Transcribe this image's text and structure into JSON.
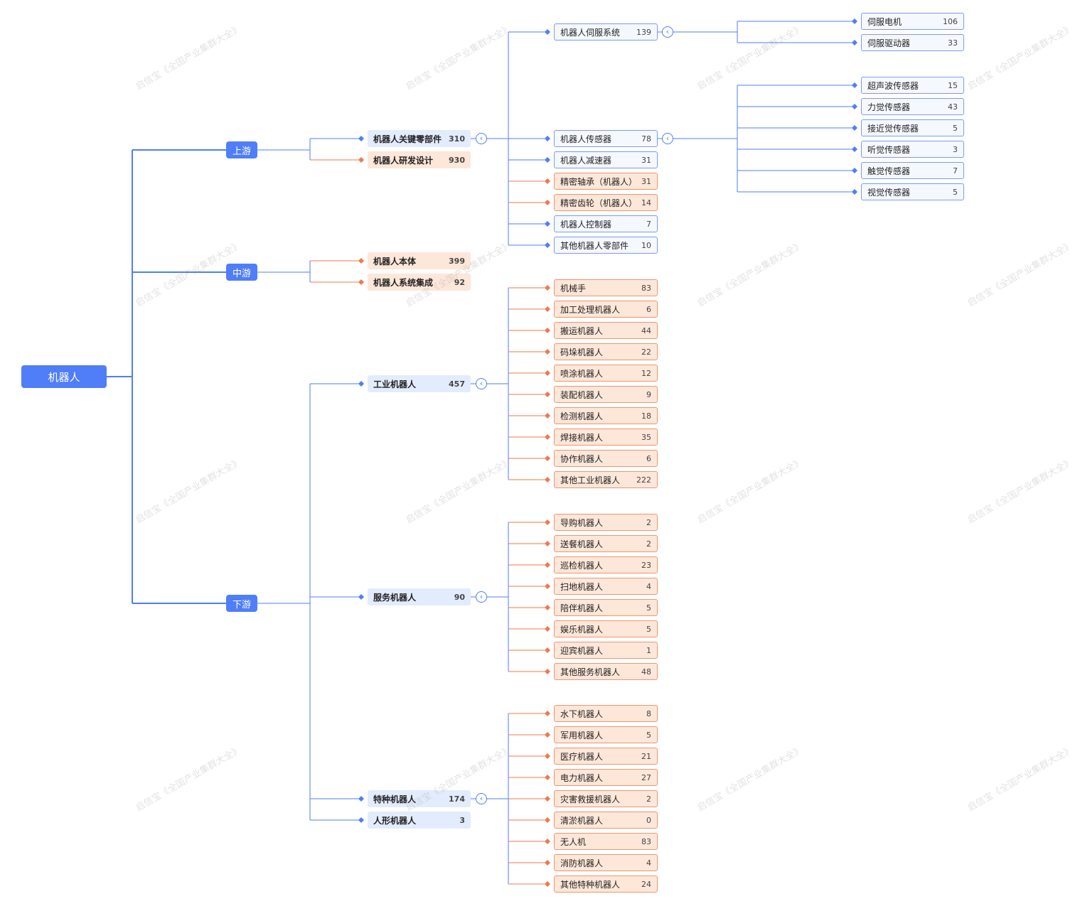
{
  "root": "机器人",
  "watermark": "启信宝《全国产业集群大全》",
  "colors": {
    "blue": "#4f7ef8",
    "orange": "#ee7a4f"
  },
  "tiers": [
    {
      "label": "上游",
      "children": [
        {
          "label": "机器人关键零部件",
          "count": "310",
          "color": "blue",
          "expanded": true,
          "children": [
            {
              "label": "机器人伺服系统",
              "count": "139",
              "color": "blue",
              "expanded": true,
              "children": [
                {
                  "label": "伺服电机",
                  "count": "106",
                  "color": "blue"
                },
                {
                  "label": "伺服驱动器",
                  "count": "33",
                  "color": "blue"
                }
              ]
            },
            {
              "label": "机器人传感器",
              "count": "78",
              "color": "blue",
              "expanded": true,
              "children": [
                {
                  "label": "超声波传感器",
                  "count": "15",
                  "color": "blue"
                },
                {
                  "label": "力觉传感器",
                  "count": "43",
                  "color": "blue"
                },
                {
                  "label": "接近觉传感器",
                  "count": "5",
                  "color": "blue"
                },
                {
                  "label": "听觉传感器",
                  "count": "3",
                  "color": "blue"
                },
                {
                  "label": "触觉传感器",
                  "count": "7",
                  "color": "blue"
                },
                {
                  "label": "视觉传感器",
                  "count": "5",
                  "color": "blue"
                }
              ]
            },
            {
              "label": "机器人减速器",
              "count": "31",
              "color": "blue"
            },
            {
              "label": "精密轴承（机器人）",
              "count": "31",
              "color": "orange"
            },
            {
              "label": "精密齿轮（机器人）",
              "count": "14",
              "color": "orange"
            },
            {
              "label": "机器人控制器",
              "count": "7",
              "color": "blue"
            },
            {
              "label": "其他机器人零部件",
              "count": "10",
              "color": "blue"
            }
          ]
        },
        {
          "label": "机器人研发设计",
          "count": "930",
          "color": "orange"
        }
      ]
    },
    {
      "label": "中游",
      "children": [
        {
          "label": "机器人本体",
          "count": "399",
          "color": "orange"
        },
        {
          "label": "机器人系统集成",
          "count": "92",
          "color": "orange"
        }
      ]
    },
    {
      "label": "下游",
      "children": [
        {
          "label": "工业机器人",
          "count": "457",
          "color": "blue",
          "expanded": true,
          "children": [
            {
              "label": "机械手",
              "count": "83",
              "color": "orange"
            },
            {
              "label": "加工处理机器人",
              "count": "6",
              "color": "orange"
            },
            {
              "label": "搬运机器人",
              "count": "44",
              "color": "orange"
            },
            {
              "label": "码垛机器人",
              "count": "22",
              "color": "orange"
            },
            {
              "label": "喷涂机器人",
              "count": "12",
              "color": "orange"
            },
            {
              "label": "装配机器人",
              "count": "9",
              "color": "orange"
            },
            {
              "label": "检测机器人",
              "count": "18",
              "color": "orange"
            },
            {
              "label": "焊接机器人",
              "count": "35",
              "color": "orange"
            },
            {
              "label": "协作机器人",
              "count": "6",
              "color": "orange"
            },
            {
              "label": "其他工业机器人",
              "count": "222",
              "color": "orange"
            }
          ]
        },
        {
          "label": "服务机器人",
          "count": "90",
          "color": "blue",
          "expanded": true,
          "children": [
            {
              "label": "导购机器人",
              "count": "2",
              "color": "orange"
            },
            {
              "label": "送餐机器人",
              "count": "2",
              "color": "orange"
            },
            {
              "label": "巡检机器人",
              "count": "23",
              "color": "orange"
            },
            {
              "label": "扫地机器人",
              "count": "4",
              "color": "orange"
            },
            {
              "label": "陪伴机器人",
              "count": "5",
              "color": "orange"
            },
            {
              "label": "娱乐机器人",
              "count": "5",
              "color": "orange"
            },
            {
              "label": "迎宾机器人",
              "count": "1",
              "color": "orange"
            },
            {
              "label": "其他服务机器人",
              "count": "48",
              "color": "orange"
            }
          ]
        },
        {
          "label": "特种机器人",
          "count": "174",
          "color": "blue",
          "expanded": true,
          "children": [
            {
              "label": "水下机器人",
              "count": "8",
              "color": "orange"
            },
            {
              "label": "军用机器人",
              "count": "5",
              "color": "orange"
            },
            {
              "label": "医疗机器人",
              "count": "21",
              "color": "orange"
            },
            {
              "label": "电力机器人",
              "count": "27",
              "color": "orange"
            },
            {
              "label": "灾害救援机器人",
              "count": "2",
              "color": "orange"
            },
            {
              "label": "清淤机器人",
              "count": "0",
              "color": "orange"
            },
            {
              "label": "无人机",
              "count": "83",
              "color": "orange"
            },
            {
              "label": "消防机器人",
              "count": "4",
              "color": "orange"
            },
            {
              "label": "其他特种机器人",
              "count": "24",
              "color": "orange"
            }
          ]
        },
        {
          "label": "人形机器人",
          "count": "3",
          "color": "blue"
        }
      ]
    }
  ]
}
